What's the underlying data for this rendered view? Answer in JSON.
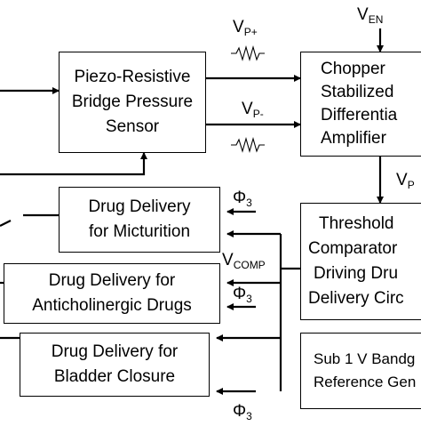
{
  "blocks": {
    "pressure_sensor": [
      "Piezo-Resistive",
      "Bridge Pressure",
      "Sensor"
    ],
    "chopper_amplifier": [
      "Chopper",
      "Stabilized",
      "Differentia",
      "Amplifier"
    ],
    "threshold_comparator": [
      "Threshold",
      "Comparator",
      "Driving Dru",
      "Delivery Circ"
    ],
    "bandgap_reference": [
      "Sub 1 V Bandg",
      "Reference Gen"
    ],
    "drug_micturition": [
      "Drug Delivery",
      "for Micturition"
    ],
    "drug_anticholinergic": [
      "Drug Delivery for",
      "Anticholinergic Drugs"
    ],
    "drug_bladder_closure": [
      "Drug Delivery for",
      "Bladder Closure"
    ]
  },
  "signals": {
    "vp_plus": {
      "main": "V",
      "sub": "P+"
    },
    "vp_minus": {
      "main": "V",
      "sub": "P-"
    },
    "ven": {
      "main": "V",
      "sub": "EN"
    },
    "vp_out": {
      "main": "V",
      "sub": "P"
    },
    "vcomp": {
      "main": "V",
      "sub": "COMP"
    },
    "phi3": {
      "main": "Φ",
      "sub": "3"
    }
  }
}
